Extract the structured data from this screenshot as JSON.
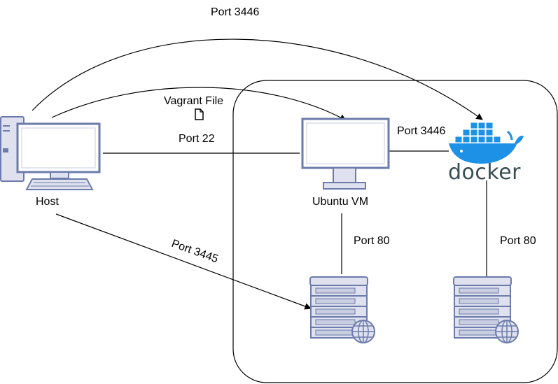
{
  "diagram": {
    "nodes": {
      "host": {
        "label": "Host",
        "icon": "desktop-computer-icon"
      },
      "vm": {
        "label": "Ubuntu VM",
        "icon": "monitor-icon"
      },
      "docker": {
        "label": "docker",
        "icon": "docker-whale-icon"
      },
      "vm_server": {
        "icon": "web-server-icon"
      },
      "docker_server": {
        "icon": "web-server-icon"
      }
    },
    "edges": {
      "host_docker_arc": "Port 3446",
      "vagrant": "Vagrant File",
      "host_vm": "Port 22",
      "vm_docker": "Port 3446",
      "host_server": "Port 3445",
      "vm_server": "Port 80",
      "docker_server": "Port 80"
    },
    "colors": {
      "device_stroke": "#6b7bab",
      "device_fill": "#dfe1ee",
      "docker_blue": "#1d91e6",
      "docker_text": "#394d54",
      "line": "#000000"
    }
  }
}
